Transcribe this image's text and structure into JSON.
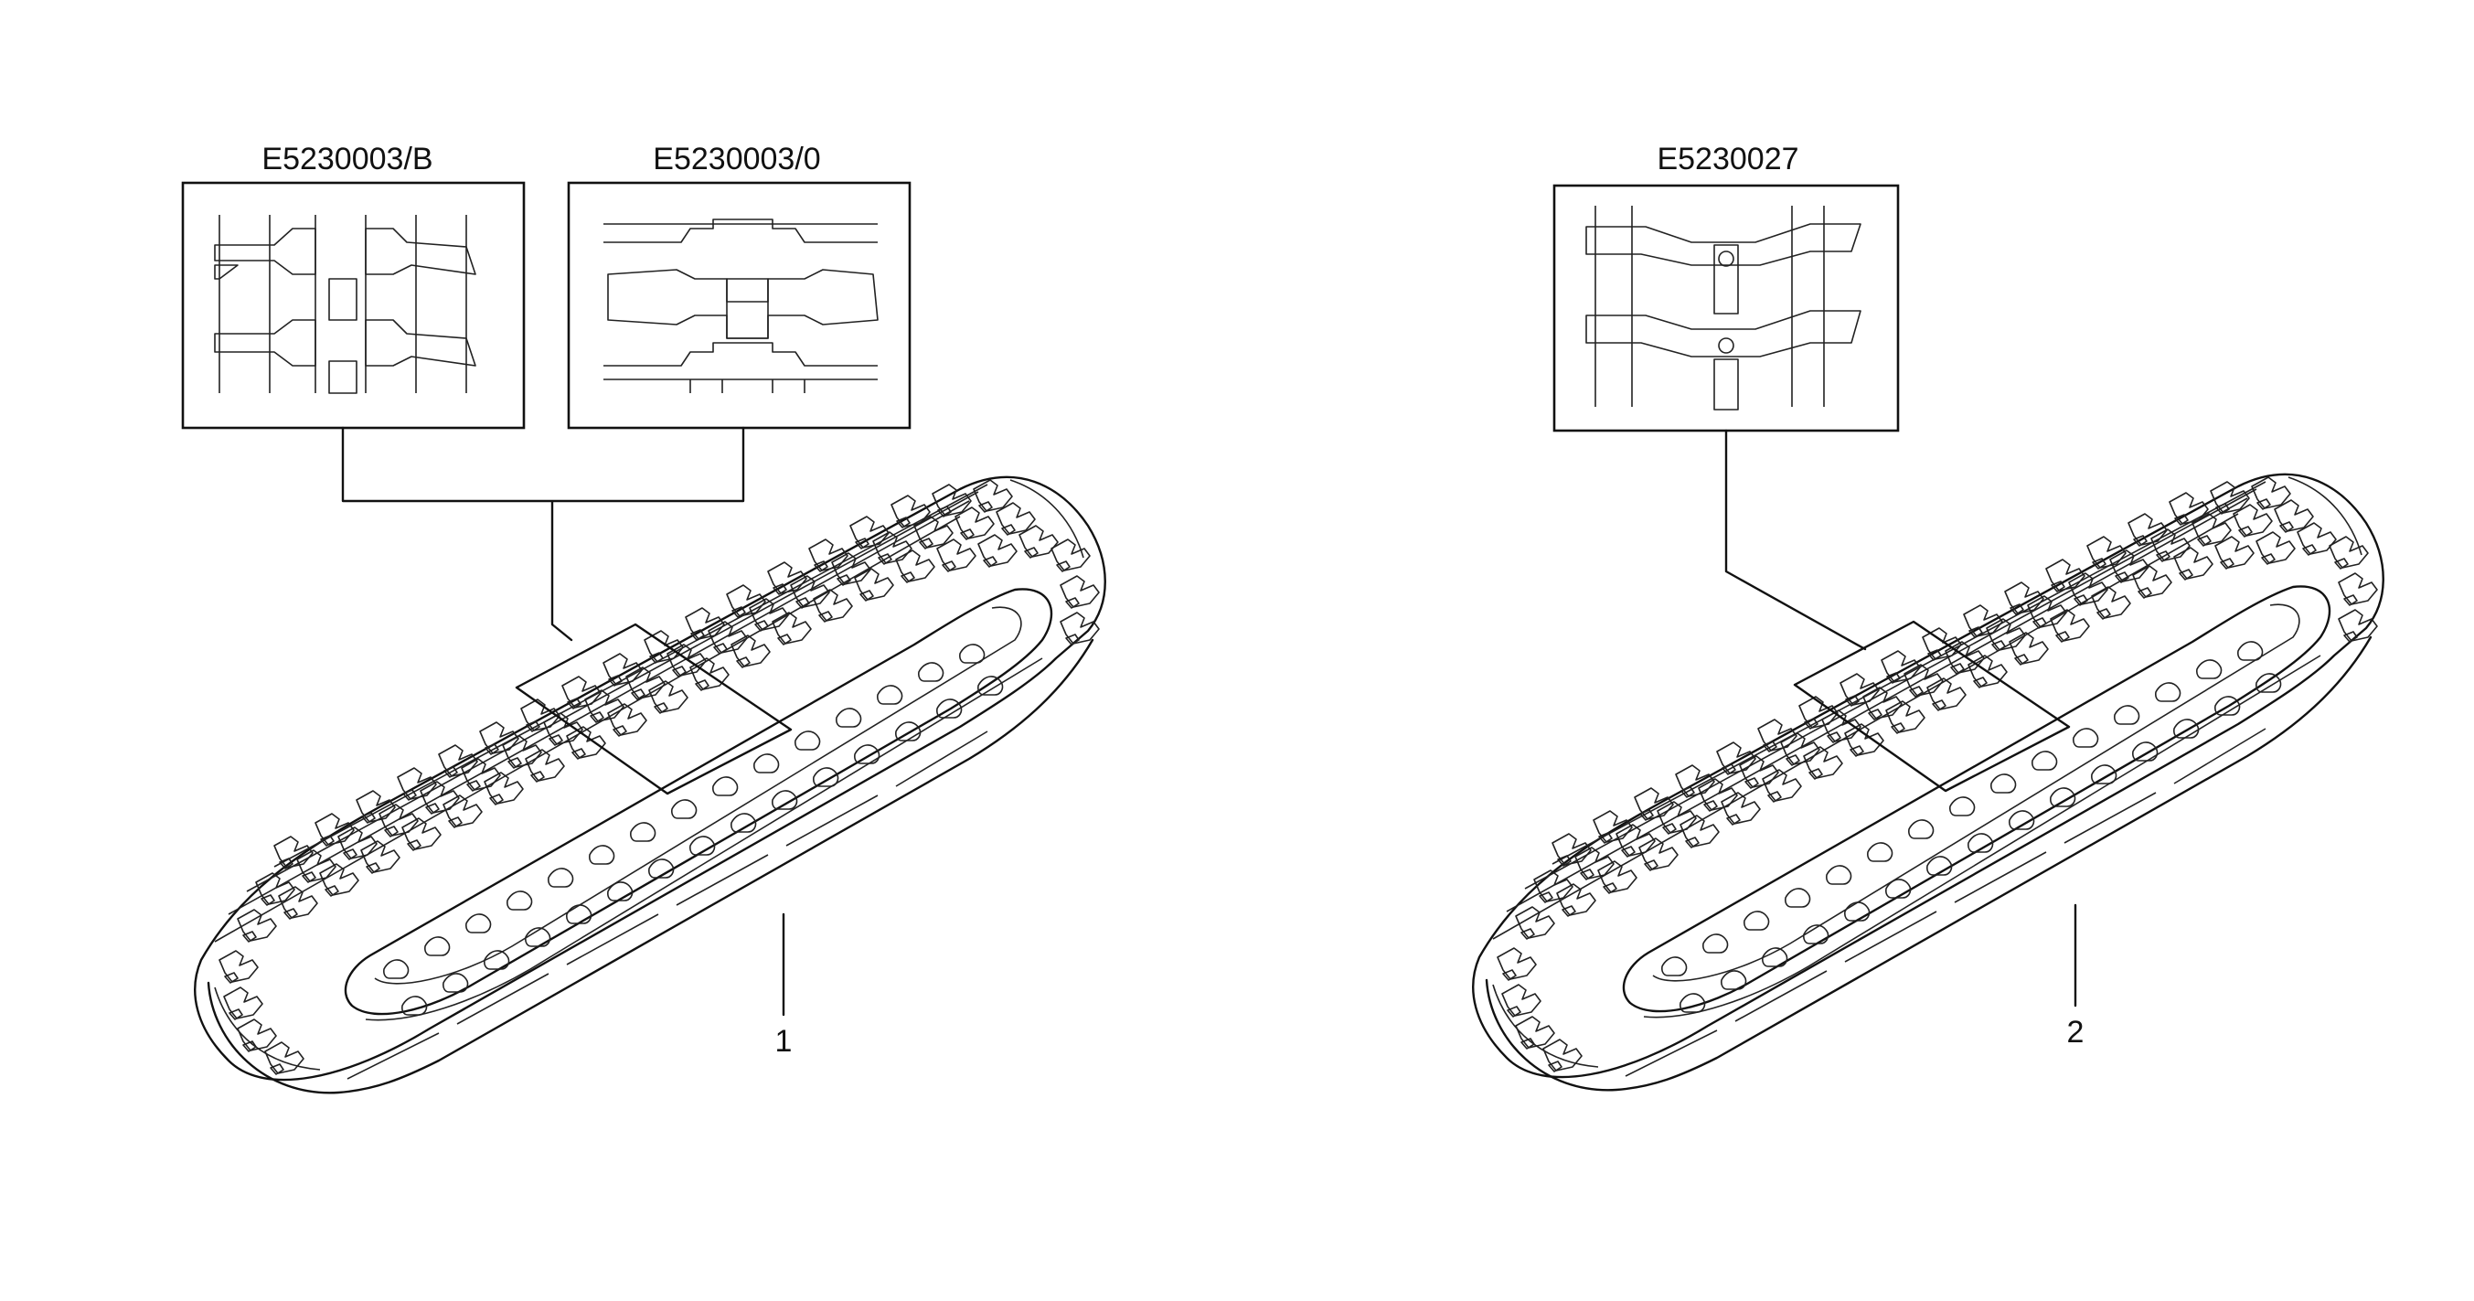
{
  "callouts": {
    "pattern_b": "E5230003/B",
    "pattern_0": "E5230003/0",
    "pattern_27": "E5230027",
    "item_1": "1",
    "item_2": "2"
  },
  "colors": {
    "ink": "#111111",
    "paper": "#ffffff"
  }
}
